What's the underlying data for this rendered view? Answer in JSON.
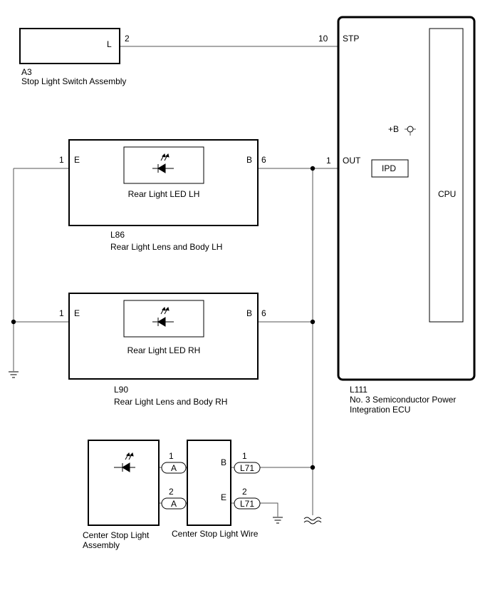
{
  "components": {
    "a3": {
      "code": "A3",
      "name": "Stop Light Switch Assembly",
      "pin_name": "L",
      "pin_no": "2"
    },
    "l86": {
      "code": "L86",
      "name": "Rear Light Lens and Body LH",
      "led_name": "Rear Light LED LH",
      "pin_e": "E",
      "pin_e_no": "1",
      "pin_b": "B",
      "pin_b_no": "6"
    },
    "l90": {
      "code": "L90",
      "name": "Rear Light Lens and Body RH",
      "led_name": "Rear Light LED RH",
      "pin_e": "E",
      "pin_e_no": "1",
      "pin_b": "B",
      "pin_b_no": "6"
    },
    "l111": {
      "code": "L111",
      "name_line1": "No. 3 Semiconductor Power",
      "name_line2": "Integration ECU",
      "stp_no": "10",
      "stp": "STP",
      "out_no": "1",
      "out": "OUT",
      "ipd": "IPD",
      "cpu": "CPU",
      "plus_b": "+B"
    },
    "center_assembly": {
      "name_line1": "Center Stop Light",
      "name_line2": "Assembly"
    },
    "center_wire": {
      "name": "Center Stop Light Wire",
      "pin_b": "B",
      "pin_e": "E"
    },
    "connectors": [
      {
        "pin": "1",
        "code": "A"
      },
      {
        "pin": "2",
        "code": "A"
      },
      {
        "pin": "1",
        "code": "L71"
      },
      {
        "pin": "2",
        "code": "L71"
      }
    ]
  }
}
